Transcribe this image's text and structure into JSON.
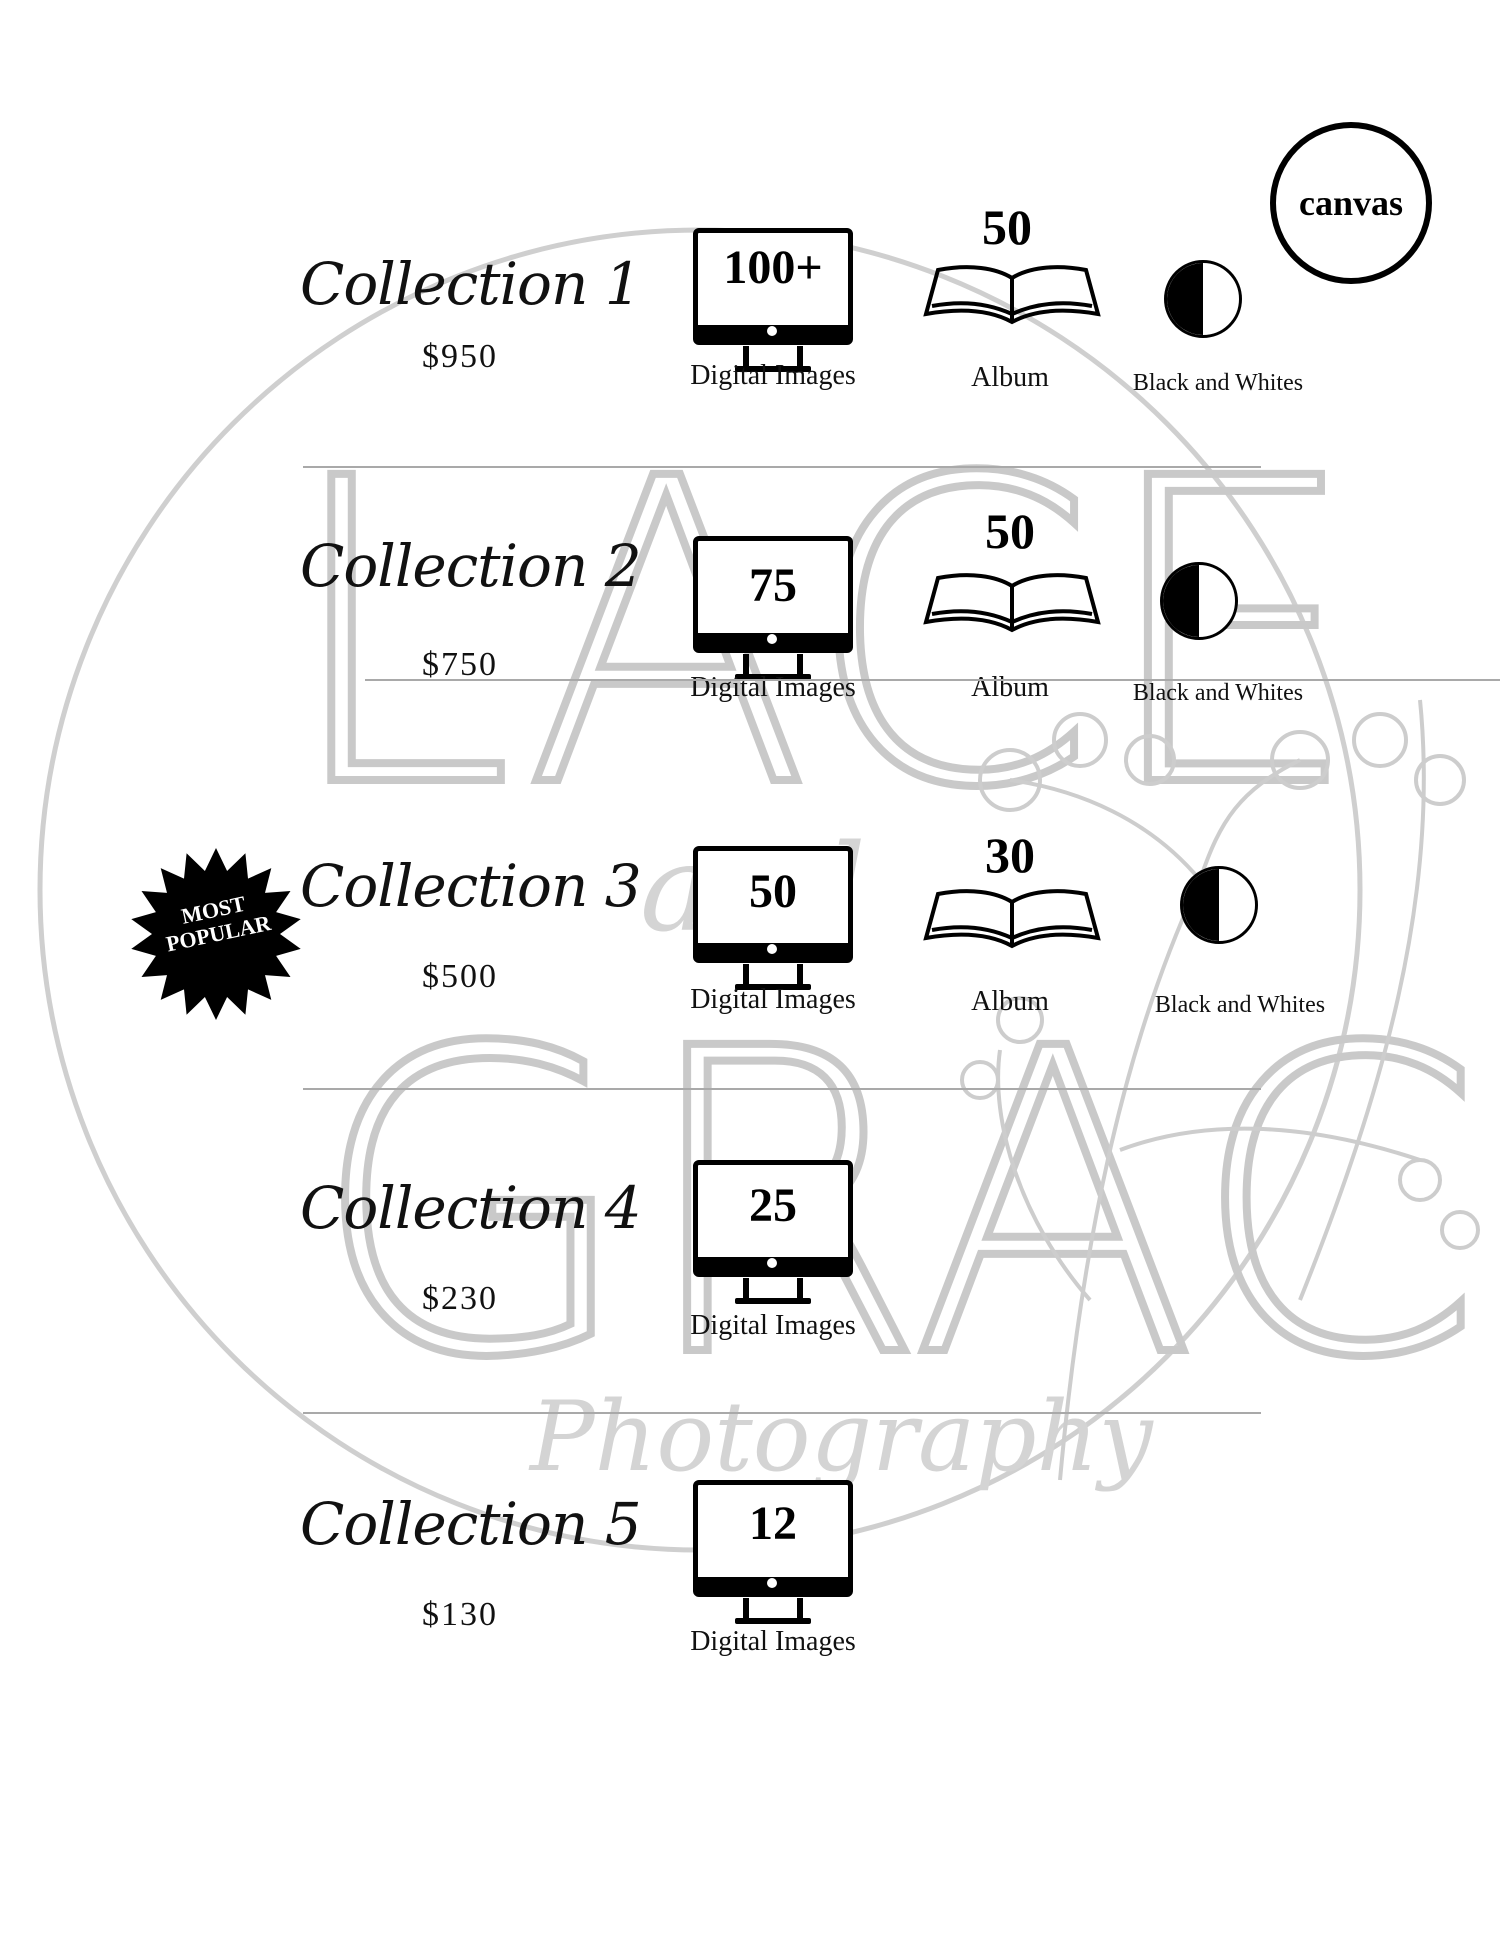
{
  "watermark": {
    "brand_top": "LACE",
    "brand_amp": "and",
    "brand_bottom": "GRACE",
    "brand_sub": "Photography"
  },
  "canvas_badge": "canvas",
  "popular_badge": {
    "line1": "MOST",
    "line2": "POPULAR"
  },
  "labels": {
    "digital": "Digital Images",
    "album": "Album",
    "bw": "Black and Whites"
  },
  "collections": [
    {
      "title": "Collection 1",
      "price": "$950",
      "digital_count": "100+",
      "album_pages": "50",
      "has_album": true,
      "has_bw": true
    },
    {
      "title": "Collection 2",
      "price": "$750",
      "digital_count": "75",
      "album_pages": "50",
      "has_album": true,
      "has_bw": true
    },
    {
      "title": "Collection 3",
      "price": "$500",
      "digital_count": "50",
      "album_pages": "30",
      "has_album": true,
      "has_bw": true,
      "badge": "MOST POPULAR"
    },
    {
      "title": "Collection 4",
      "price": "$230",
      "digital_count": "25",
      "has_album": false,
      "has_bw": false
    },
    {
      "title": "Collection 5",
      "price": "$130",
      "digital_count": "12",
      "has_album": false,
      "has_bw": false
    }
  ],
  "icons": {
    "monitor": "monitor-icon",
    "album": "open-book-icon",
    "bw": "half-circle-icon"
  }
}
